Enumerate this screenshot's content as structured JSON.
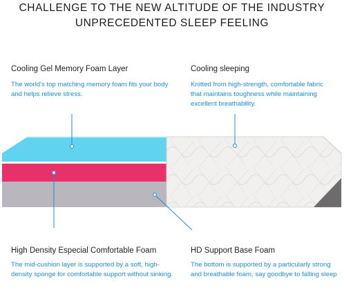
{
  "header": {
    "line1": "CHALLENGE TO THE NEW ALTITUDE OF THE INDUSTRY",
    "line2": "UNPRECEDENTED SLEEP FEELING"
  },
  "features": {
    "cooling_gel": {
      "title": "Cooling Gel Memory Foam Layer",
      "body": "The world's top matching memory foam fits your body and helps relieve stress."
    },
    "cooling_sleeping": {
      "title": "Cooling sleeping",
      "body": "Knitted from high-strength, comfortable fabric that maintains toughness while maintaining excellent breathability."
    },
    "high_density": {
      "title": "High Density Especial Comfortable Foam",
      "body": "The mid-cushion layer is supported by a soft, high-density sponge for comfortable support without sinking."
    },
    "hd_support": {
      "title": "HD Support Base Foam",
      "body": "The bottom is supported by a particularly strong and breathable foam, say goodbye to falling sleep"
    }
  },
  "colors": {
    "accent_blue": "#1b8fd6",
    "gel_layer": "#5fd3ef",
    "pink_layer": "#e8306a",
    "base_layer": "#b9b6be",
    "cover": "#f1f0ee",
    "base_strip": "#6e6b6d"
  }
}
